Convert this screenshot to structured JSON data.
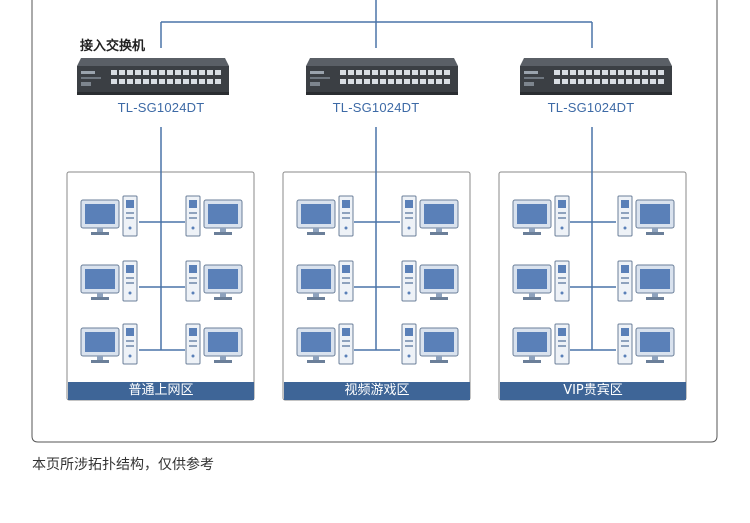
{
  "access_switch_label": "接入交换机",
  "switch_model": "TL-SG1024DT",
  "zones": [
    {
      "label": "普通上网区"
    },
    {
      "label": "视频游戏区"
    },
    {
      "label": "VIP贵宾区"
    }
  ],
  "footnote": "本页所涉拓扑结构，仅供参考",
  "colors": {
    "line": "#4a74a8",
    "zone_bar": "#3e6597",
    "monitor": "#5a80b8",
    "switch_body": "#3b3f44",
    "outer_border": "#555555"
  },
  "icons": [
    "network-switch-icon",
    "desktop-computer-icon"
  ]
}
